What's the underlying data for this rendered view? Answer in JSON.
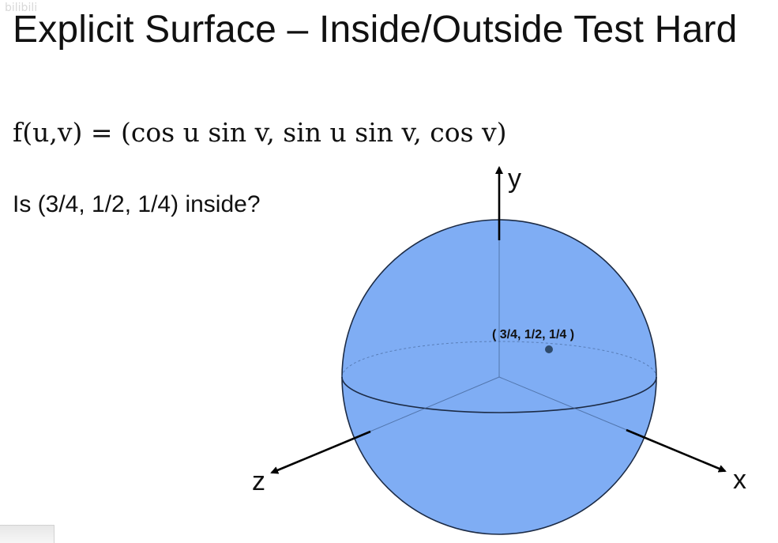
{
  "watermark": "bilibili",
  "title": "Explicit Surface – Inside/Outside Test Hard",
  "formula": "f(u,v) = (cos u  sin v, sin u  sin v, cos v)",
  "question": "Is (3/4, 1/2, 1/4) inside?",
  "diagram": {
    "point_label": "( 3/4, 1/2, 1/4 )",
    "axis_labels": {
      "x": "x",
      "y": "y",
      "z": "z"
    },
    "colors": {
      "sphere_fill": "#7fadf4",
      "sphere_stroke": "#1c2b45",
      "axis": "#000000",
      "point": "#2e4a6b"
    }
  }
}
